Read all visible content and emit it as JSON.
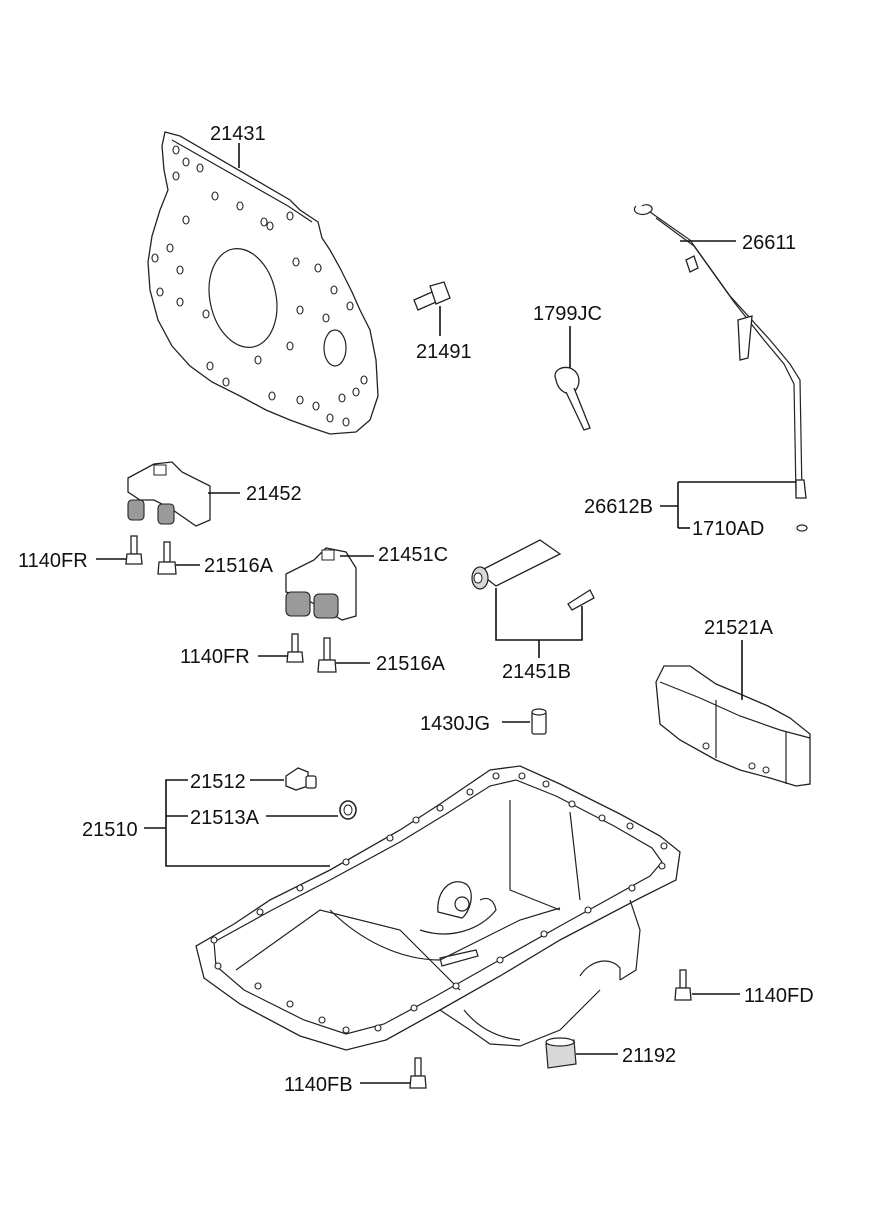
{
  "labels": {
    "p21431": "21431",
    "p26611": "26611",
    "p21491": "21491",
    "p1799JC": "1799JC",
    "p21452": "21452",
    "p26612B": "26612B",
    "p1710AD": "1710AD",
    "p1140FR_a": "1140FR",
    "p21516A_a": "21516A",
    "p21451C": "21451C",
    "p1140FR_b": "1140FR",
    "p21516A_b": "21516A",
    "p21451B": "21451B",
    "p21521A": "21521A",
    "p1430JG": "1430JG",
    "p21512": "21512",
    "p21510": "21510",
    "p21513A": "21513A",
    "p1140FD": "1140FD",
    "p21192": "21192",
    "p1140FB": "1140FB"
  }
}
